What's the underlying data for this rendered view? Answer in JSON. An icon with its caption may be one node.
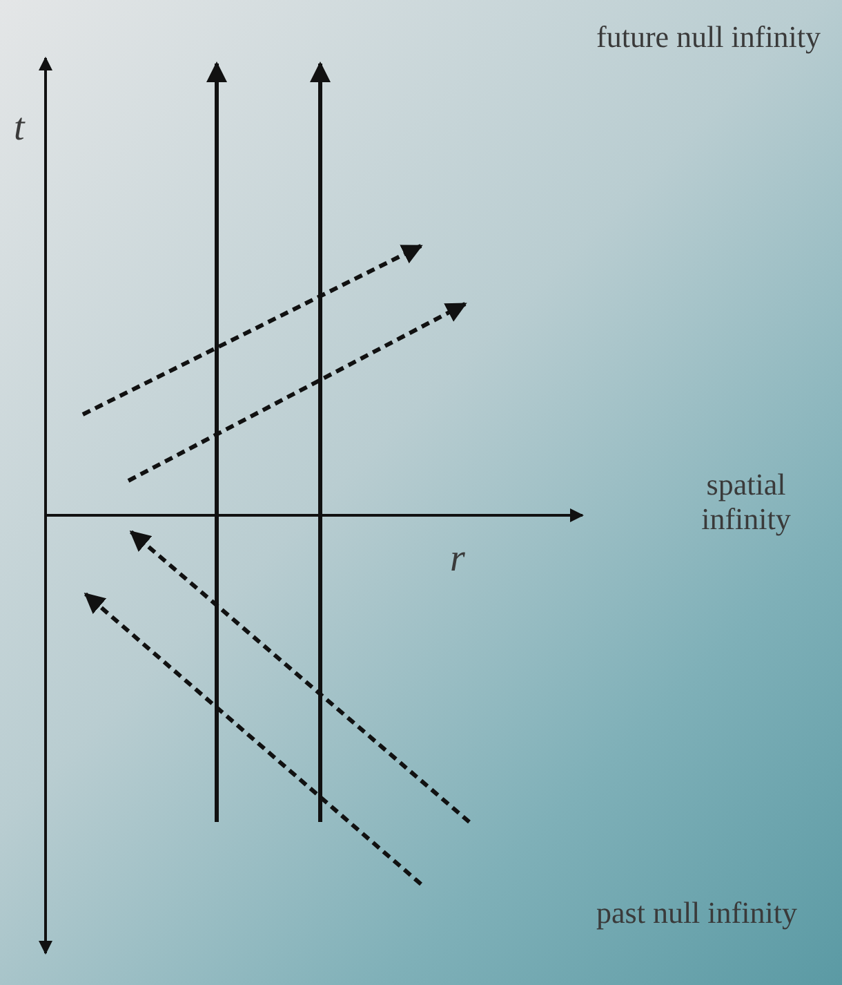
{
  "diagram": {
    "labels": [
      "future null infinity",
      "t",
      "spatial infinity",
      "r",
      "past null infinity"
    ]
  }
}
